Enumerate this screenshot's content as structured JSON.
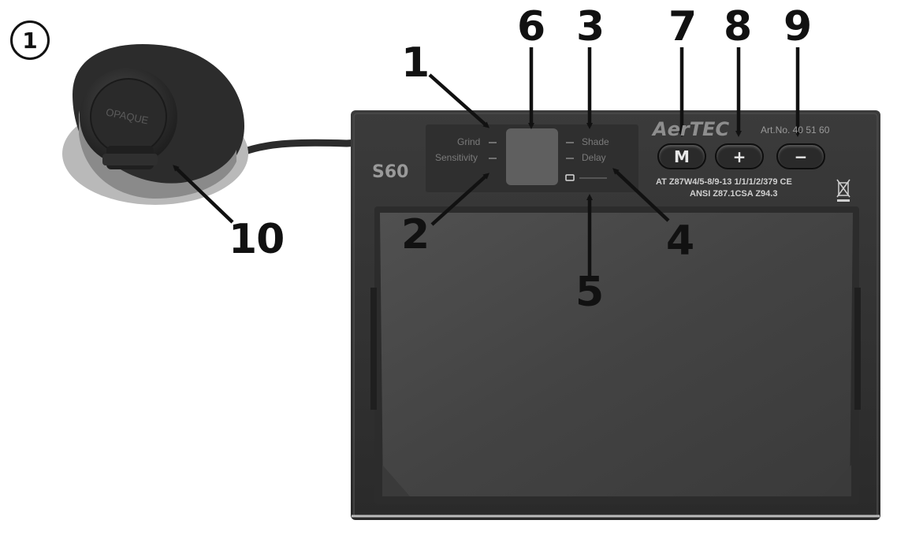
{
  "figure_number": "1",
  "model": "S60",
  "brand": "AerTEC",
  "article_no": "Art.No. 40 51 60",
  "cert_line_1": "AT Z87W4/5-8/9-13  1/1/1/2/379 CE",
  "cert_line_2": "ANSI Z87.1CSA Z94.3",
  "sensor_cap_text": "OPAQUE",
  "panel_labels": {
    "grind": "Grind",
    "sensitivity": "Sensitivity",
    "shade": "Shade",
    "delay": "Delay"
  },
  "buttons": {
    "mode": "M",
    "plus": "+",
    "minus": "−"
  },
  "callouts": [
    "1",
    "2",
    "3",
    "4",
    "5",
    "6",
    "7",
    "8",
    "9",
    "10"
  ]
}
